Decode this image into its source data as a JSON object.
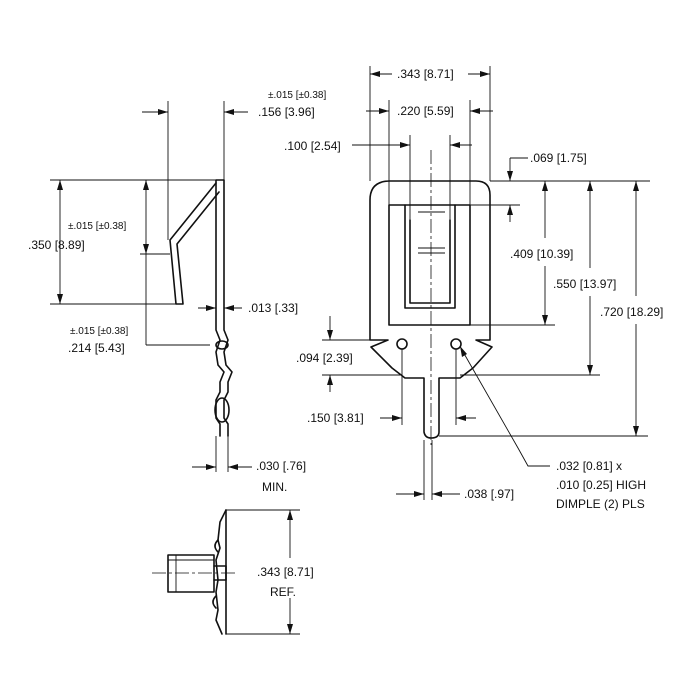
{
  "dimensions": {
    "side_tol_top": "±.015 [±0.38]",
    "side_offset": ".156 [3.96]",
    "side_height": ".350 [8.89]",
    "side_height_tol": "±.015 [±0.38]",
    "side_lower_tol": "±.015 [±0.38]",
    "side_lower": ".214 [5.43]",
    "thickness": ".013 [.33]",
    "min_width": ".030 [.76]",
    "min_label": "MIN.",
    "top_width": ".343 [8.71]",
    "inner_width": ".220 [5.59]",
    "slot_width": ".100 [2.54]",
    "top_offset": ".069 [1.75]",
    "h_409": ".409 [10.39]",
    "h_550": ".550 [13.97]",
    "h_720": ".720 [18.29]",
    "h_094": ".094 [2.39]",
    "w_150": ".150 [3.81]",
    "dimple_line1": ".032 [0.81] x",
    "dimple_line2": ".010 [0.25] HIGH",
    "dimple_line3": "DIMPLE (2) PLS",
    "tab_width": ".038 [.97]",
    "bottom_height": ".343 [8.71]",
    "ref_label": "REF."
  }
}
